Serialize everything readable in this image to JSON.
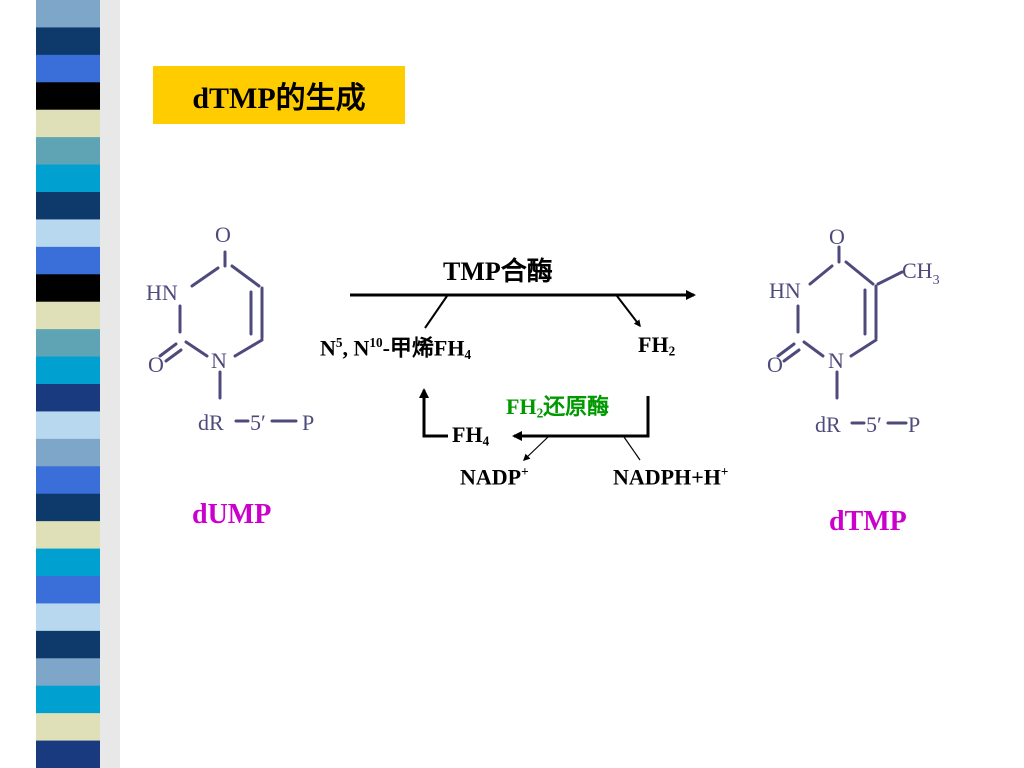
{
  "title": "dTMP的生成",
  "colors": {
    "title_bg": "#ffcc00",
    "compound_label": "#cc00cc",
    "enzyme2": "#009900",
    "structure": "#4f4a7c",
    "stripe": [
      "#7ea6c8",
      "#0e3a6b",
      "#3a6ed8",
      "#000000",
      "#e0e0b8",
      "#5ea4b4",
      "#00a0d0",
      "#1a3a80",
      "#b8d8f0"
    ]
  },
  "dump": {
    "label": "dUMP",
    "atoms": {
      "o_top": "O",
      "hn": "HN",
      "o_left": "O",
      "n": "N",
      "dr": "dR",
      "five": "5′",
      "p": "P"
    }
  },
  "dtmp": {
    "label": "dTMP",
    "atoms": {
      "o_top": "O",
      "ch3": "CH",
      "ch3_sub": "3",
      "hn": "HN",
      "o_left": "O",
      "n": "N",
      "dr": "dR",
      "five": "5′",
      "p": "P"
    }
  },
  "reaction": {
    "enzyme1": "TMP合酶",
    "donor": {
      "n": "N",
      "sup1": "5",
      "mid": ", N",
      "sup2": "10",
      "rest": "-甲烯FH",
      "sub": "4"
    },
    "fh2": {
      "base": "FH",
      "sub": "2"
    },
    "enzyme2": {
      "base": "FH",
      "sub": "2",
      "rest": "还原酶"
    },
    "fh4": {
      "base": "FH",
      "sub": "4"
    },
    "nadp": {
      "base": "NADP",
      "sup": "+"
    },
    "nadph": {
      "base": "NADPH+H",
      "sup": "+"
    }
  }
}
